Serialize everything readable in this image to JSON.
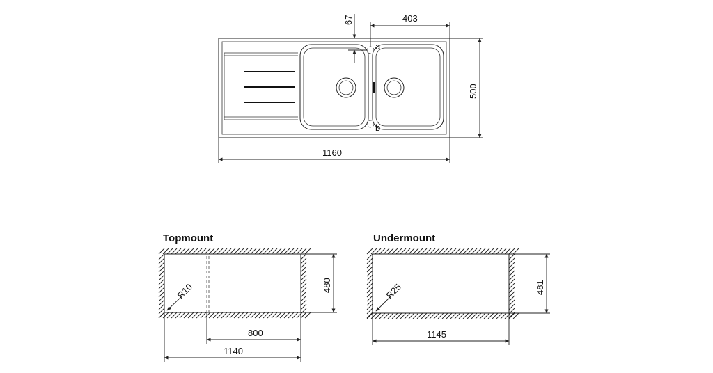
{
  "top_view": {
    "dim_403": "403",
    "dim_67": "67",
    "dim_500": "500",
    "dim_1160": "1160",
    "label_a": "a",
    "label_b": "b"
  },
  "topmount": {
    "title": "Topmount",
    "radius": "R10",
    "dim_480": "480",
    "dim_800": "800",
    "dim_1140": "1140"
  },
  "undermount": {
    "title": "Undermount",
    "radius": "R25",
    "dim_481": "481",
    "dim_1145": "1145"
  }
}
